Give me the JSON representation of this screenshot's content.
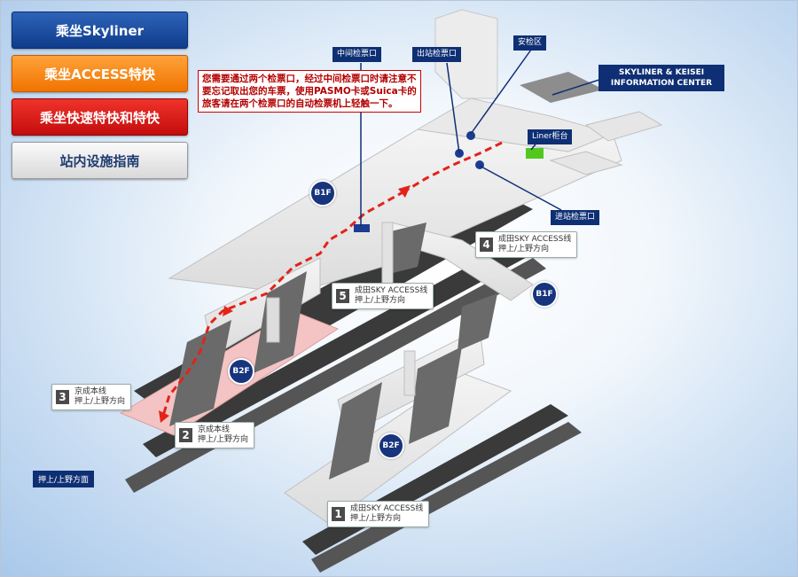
{
  "menu": {
    "skyliner": "乘坐Skyliner",
    "access_express": "乘坐ACCESS特快",
    "rapid_limited": "乘坐快速特快和特快",
    "facilities_guide": "站内设施指南"
  },
  "map": {
    "labels": {
      "middle_gate": "中间检票口",
      "exit_gate": "出站检票口",
      "security": "安检区",
      "liner_counter": "Liner柜台",
      "entry_gate": "进站检票口",
      "info_center_line1": "SKYLINER & KEISEI",
      "info_center_line2": "INFORMATION CENTER"
    },
    "notice": "您需要通过两个检票口，经过中间检票口时请注意不要忘记取出您的车票，使用PASMO卡或Suica卡的旅客请在两个检票口的自动检票机上轻触一下。",
    "floors": {
      "b1f_a": "B1F",
      "b1f_b": "B1F",
      "b2f_a": "B2F",
      "b2f_b": "B2F"
    },
    "platforms": [
      {
        "num": "4",
        "line1": "成田SKY ACCESS线",
        "line2": "押上/上野方向"
      },
      {
        "num": "5",
        "line1": "成田SKY ACCESS线",
        "line2": "押上/上野方向"
      },
      {
        "num": "3",
        "line1": "京成本线",
        "line2": "押上/上野方向"
      },
      {
        "num": "2",
        "line1": "京成本线",
        "line2": "押上/上野方向"
      },
      {
        "num": "1",
        "line1": "成田SKY ACCESS线",
        "line2": "押上/上野方向"
      }
    ],
    "direction_tag": "押上/上野方面"
  }
}
